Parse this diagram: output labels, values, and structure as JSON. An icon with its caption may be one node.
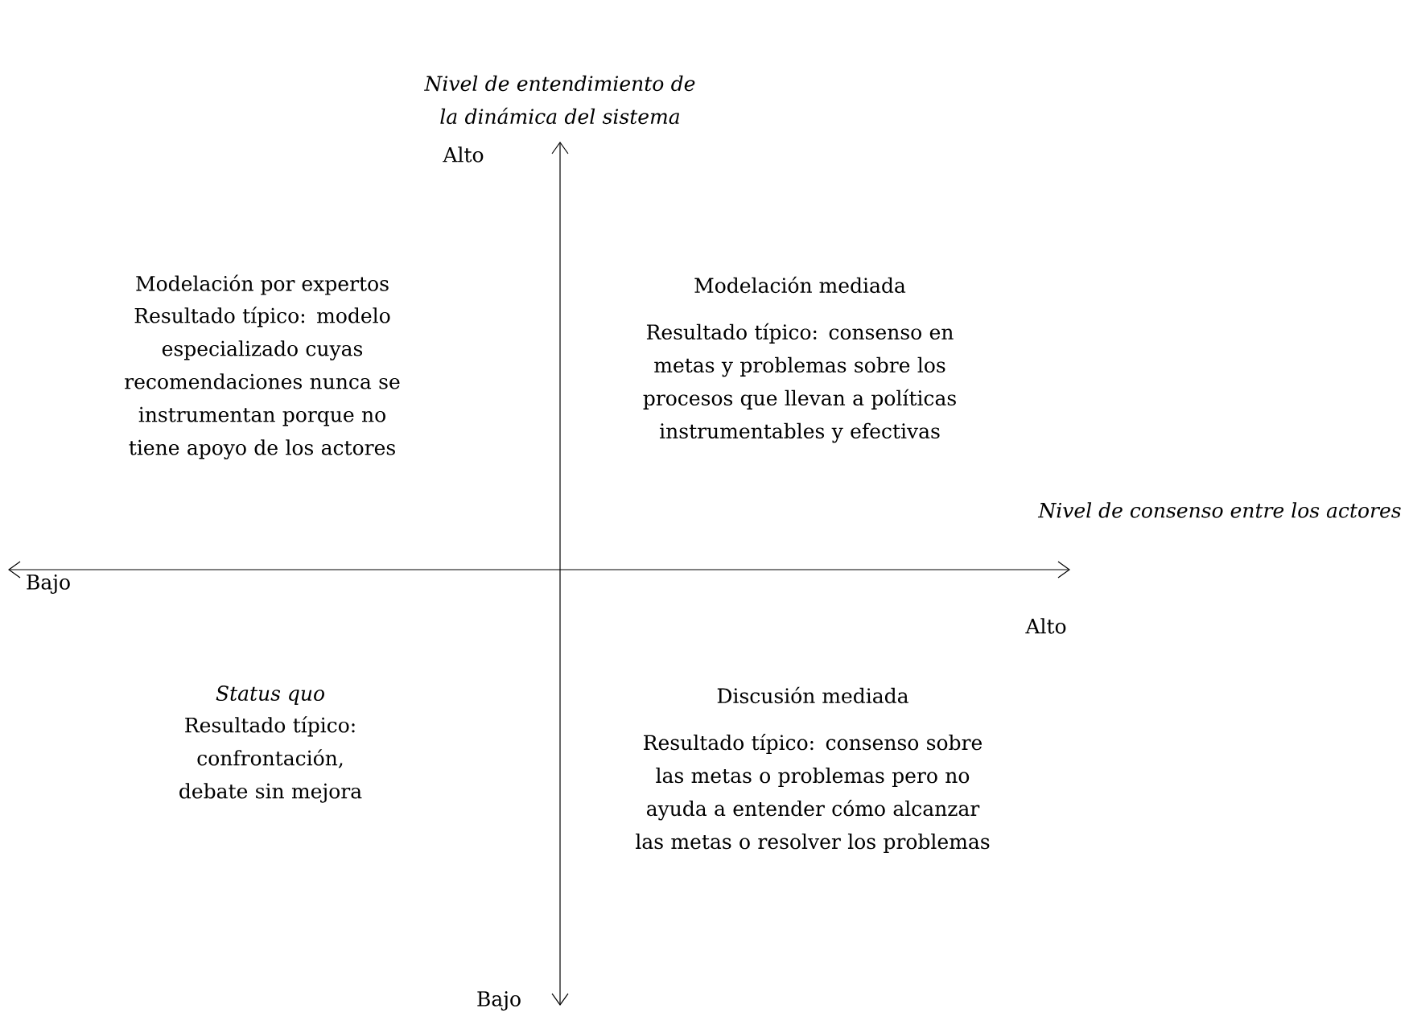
{
  "diagram": {
    "labels": [
      "Nivel de entendimiento de la dinámica del sistema",
      "Alto",
      "Modelación por expertos",
      "Resultado típico: modelo especializado cuyas recomendaciones nunca se instrumentan porque no tiene apoyo de los actores",
      "Modelación mediada",
      "Resultado típico: consenso en metas y problemas sobre los procesos que llevan a políticas instrumentables y efectivas",
      "Nivel de consenso entre los actores",
      "Bajo",
      "Alto",
      "Status quo",
      "Resultado típico: confrontación, debate sin mejora",
      "Discusión mediada",
      "Resultado típico: consenso sobre las metas o problemas pero no ayuda a entender cómo alcanzar las metas o resolver los problemas",
      "Bajo"
    ]
  }
}
